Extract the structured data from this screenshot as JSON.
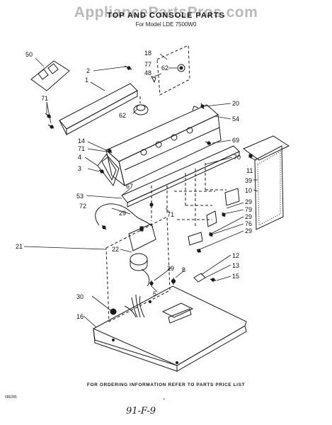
{
  "watermark": "AppliancePartsPros.com",
  "title": "TOP AND CONSOLE PARTS",
  "subtitle": "For Model LDE 7500W0",
  "footer": "FOR ORDERING INFORMATION REFER TO PARTS PRICE LIST",
  "code": "686285",
  "dot": "•",
  "handwritten": "91-F-9",
  "callouts": {
    "c50": "50",
    "c2": "2",
    "c1": "1",
    "c71a": "71",
    "c18": "18",
    "c77": "77",
    "c48": "48",
    "c62a": "62",
    "c62b": "62",
    "c20": "20",
    "c54": "54",
    "c69": "69",
    "c14": "14",
    "c71b": "71",
    "c4": "4",
    "c3": "3",
    "c70": "70",
    "c11": "11",
    "c39": "39",
    "c10": "10",
    "c67": "67",
    "c53": "53",
    "c29a": "29",
    "c79": "79",
    "c72": "72",
    "c29b": "29",
    "c71c": "71",
    "c29c": "29",
    "c76": "76",
    "c29d": "29",
    "c21": "21",
    "c22": "22",
    "c12": "12",
    "c29e": "29",
    "c8": "8",
    "c13": "13",
    "c15": "15",
    "c5": "5",
    "c30": "30",
    "c16": "16"
  }
}
